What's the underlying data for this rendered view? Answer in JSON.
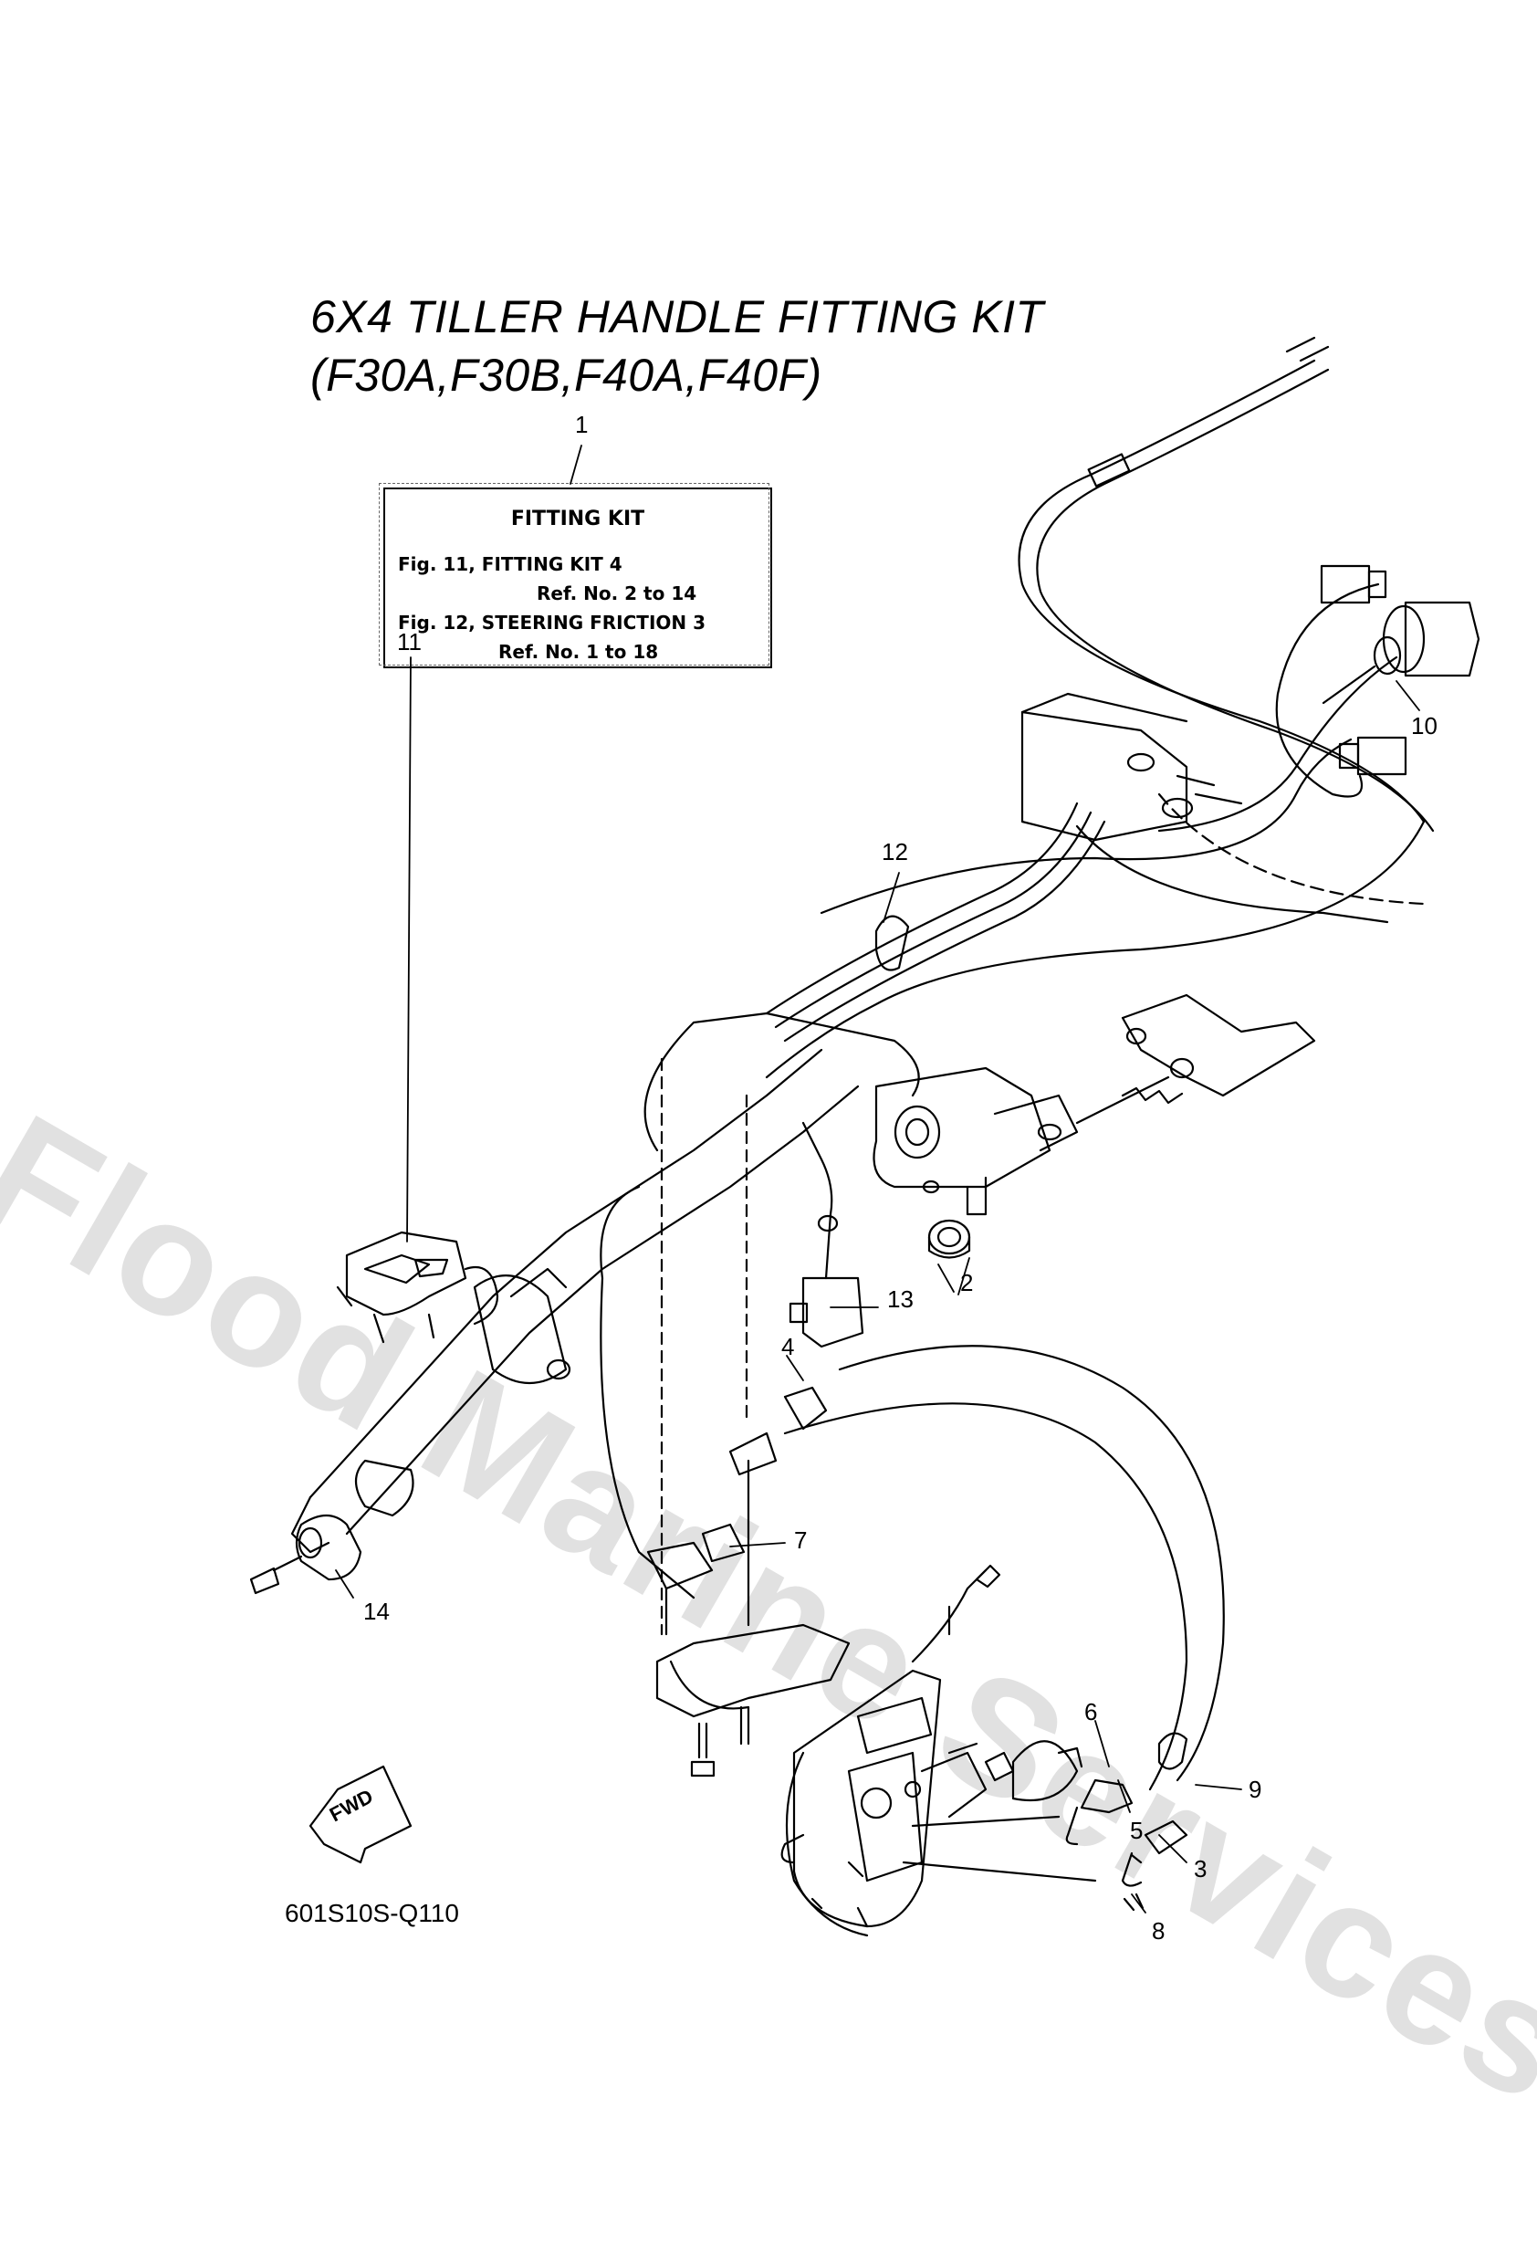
{
  "title": {
    "line1": "6X4 TILLER HANDLE FITTING KIT",
    "line2": "(F30A,F30B,F40A,F40F)"
  },
  "kit_box": {
    "heading": "FITTING KIT",
    "lines": [
      "Fig. 11, FITTING KIT 4",
      "Ref. No. 2 to 14",
      "Fig. 12, STEERING FRICTION 3",
      "Ref. No. 1 to 18"
    ]
  },
  "callouts": [
    "1",
    "2",
    "3",
    "4",
    "5",
    "6",
    "7",
    "8",
    "9",
    "10",
    "11",
    "12",
    "13",
    "14"
  ],
  "fwd_label": "FWD",
  "figure_code": "601S10S-Q110",
  "watermark": "Flood Marine Services",
  "colors": {
    "line": "#000000",
    "watermark": "#b0b0b0"
  }
}
